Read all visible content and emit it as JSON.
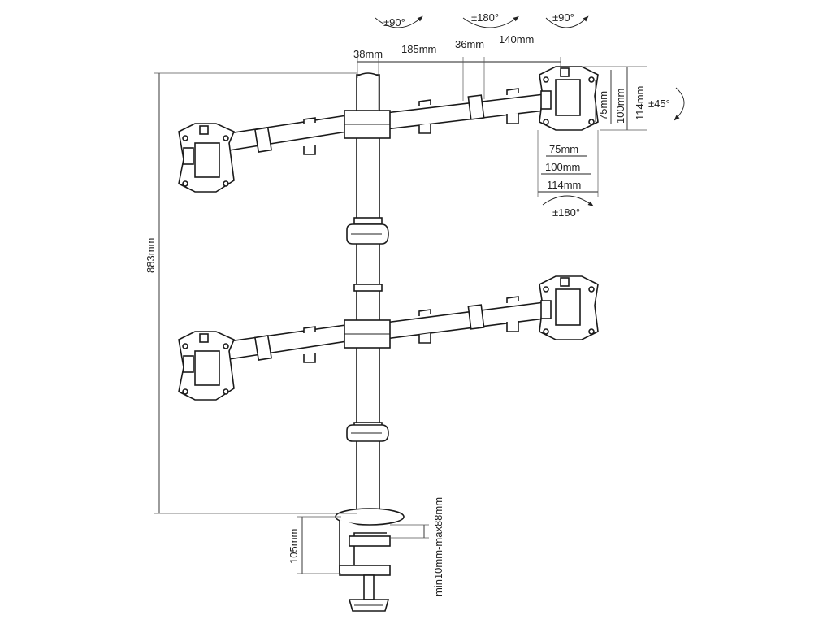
{
  "labels": {
    "rot_left": "±90°",
    "rot_mid": "±180°",
    "rot_right": "±90°",
    "arm_38": "38mm",
    "arm_185": "185mm",
    "arm_36": "36mm",
    "arm_140": "140mm",
    "vesa_v75": "75mm",
    "vesa_v100": "100mm",
    "vesa_v114": "114mm",
    "tilt": "±45°",
    "vesa_h75": "75mm",
    "vesa_h100": "100mm",
    "vesa_h114": "114mm",
    "rot_plate": "±180°",
    "height": "883mm",
    "clamp_height": "105mm",
    "desk_thickness": "min10mm-max88mm"
  },
  "colors": {
    "line": "#1a1a1a",
    "background": "#ffffff"
  }
}
